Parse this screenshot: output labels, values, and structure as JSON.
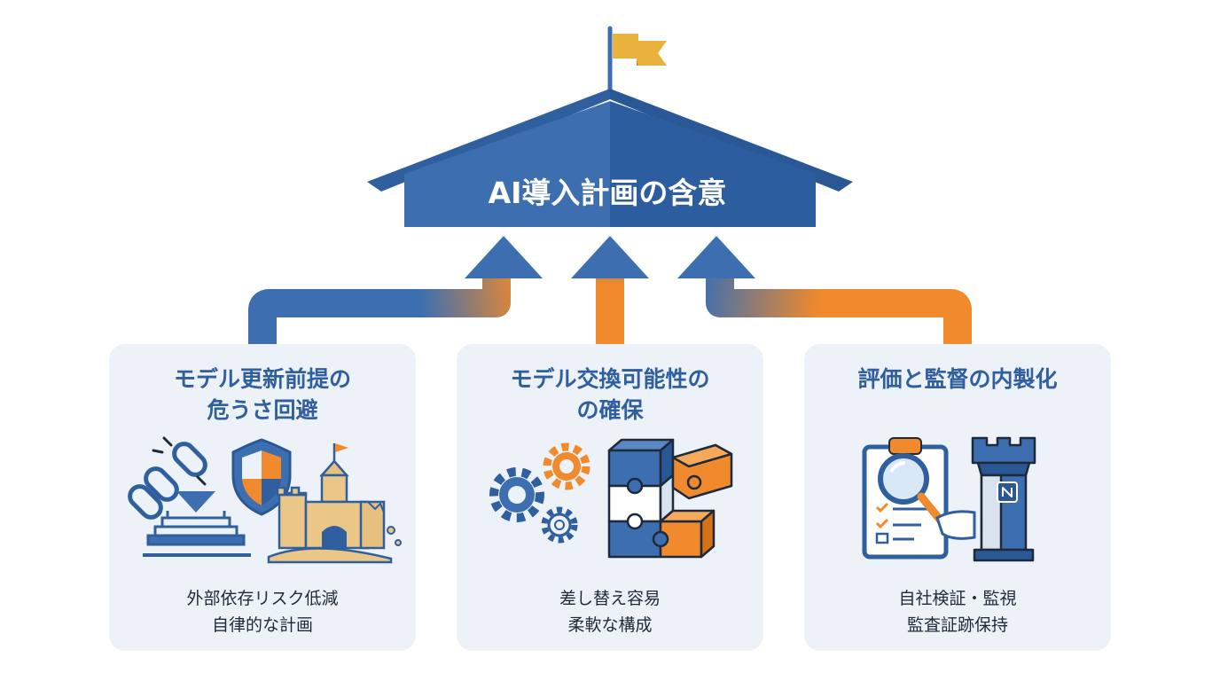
{
  "header": {
    "title": "AI導入計画の含意"
  },
  "colors": {
    "blue": "#3d6fb0",
    "blue_dark": "#2a5897",
    "orange": "#f08a2c",
    "gold": "#e8b23c",
    "card_bg": "#edf2f8",
    "title_blue": "#2f5f9e"
  },
  "cards": [
    {
      "title": "モデル更新前提の\n危うさ回避",
      "description": "外部依存リスク低減\n自律的な計画",
      "icons": [
        "broken-chain-icon",
        "shield-icon",
        "pedestal-icon",
        "sandcastle-icon"
      ]
    },
    {
      "title": "モデル交換可能性の\nの確保",
      "description": "差し替え容易\n柔軟な構成",
      "icons": [
        "gears-icon",
        "puzzle-cube-icon"
      ]
    },
    {
      "title": "評価と監督の内製化",
      "description": "自社検証・監視\n監査証跡保持",
      "icons": [
        "clipboard-magnifier-icon",
        "fortress-tower-icon"
      ]
    }
  ]
}
